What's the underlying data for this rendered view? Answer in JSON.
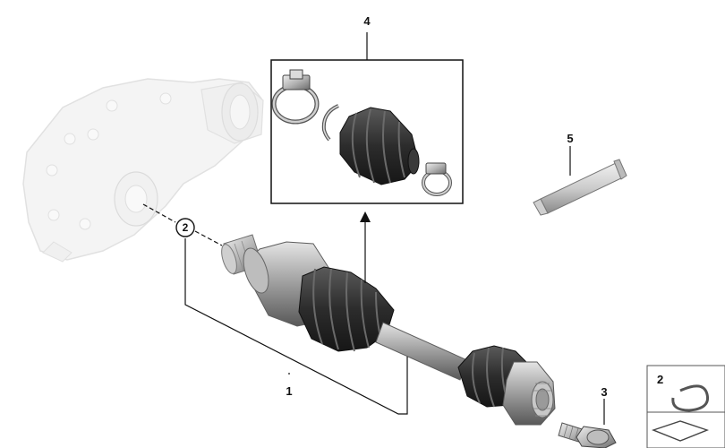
{
  "callouts": {
    "drive_shaft": "1",
    "circlip": "2",
    "bolt": "3",
    "boot_kit": "4",
    "grease_tube": "5"
  },
  "legend": {
    "item": "2"
  }
}
